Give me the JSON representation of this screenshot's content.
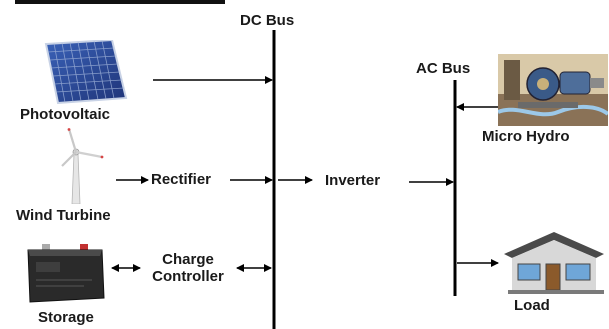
{
  "buses": {
    "dc_label": "DC Bus",
    "ac_label": "AC Bus"
  },
  "sources": {
    "photovoltaic": "Photovoltaic",
    "wind_turbine": "Wind Turbine",
    "storage": "Storage",
    "micro_hydro": "Micro Hydro"
  },
  "converters": {
    "rectifier": "Rectifier",
    "inverter": "Inverter",
    "charge_controller_line1": "Charge",
    "charge_controller_line2": "Controller"
  },
  "loads": {
    "load": "Load"
  },
  "icons": {
    "photovoltaic": "solar-panel-icon",
    "wind_turbine": "wind-turbine-icon",
    "storage": "battery-icon",
    "micro_hydro": "hydro-generator-icon",
    "load": "house-icon"
  },
  "colors": {
    "line": "#000000",
    "panel_blue": "#2f4f9e",
    "battery_body": "#2a2a2a"
  }
}
